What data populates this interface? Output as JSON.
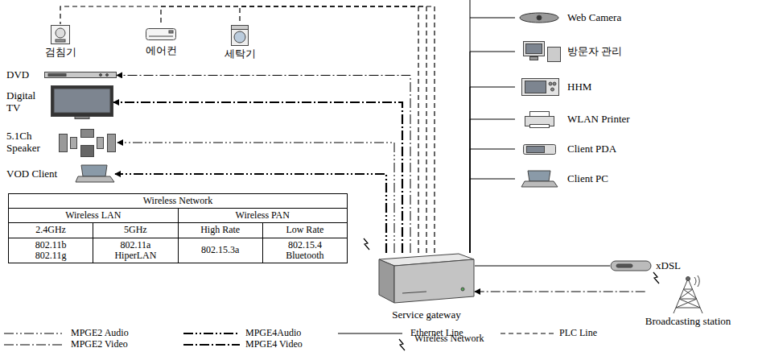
{
  "diagram": {
    "nodes": [
      {
        "text": [
          "검침기"
        ]
      },
      {
        "text": [
          "에어컨"
        ]
      },
      {
        "text": [
          "세탁기"
        ]
      },
      {
        "text": [
          "DVD"
        ]
      },
      {
        "text": [
          "Digital TV"
        ]
      },
      {
        "text": [
          "5.1Ch Speaker"
        ]
      },
      {
        "text": [
          "VOD Client"
        ]
      },
      {
        "text": [
          "Web Camera"
        ]
      },
      {
        "text": [
          "방문자 관리"
        ]
      },
      {
        "text": [
          "HHM"
        ]
      },
      {
        "text": [
          "WLAN Printer"
        ]
      },
      {
        "text": [
          "Client PDA"
        ]
      },
      {
        "text": [
          "Client PC"
        ]
      },
      {
        "text": [
          "Service gateway"
        ]
      },
      {
        "text": [
          "xDSL"
        ]
      },
      {
        "text": [
          "Broadcasting station"
        ]
      }
    ],
    "edges": [
      {
        "from": 13,
        "to": 0,
        "arrow": "none"
      },
      {
        "from": 13,
        "to": 1,
        "arrow": "none"
      },
      {
        "from": 13,
        "to": 2,
        "arrow": "none"
      },
      {
        "from": 13,
        "to": 3,
        "arrow": "to"
      },
      {
        "from": 13,
        "to": 4,
        "arrow": "to"
      },
      {
        "from": 13,
        "to": 5,
        "arrow": "to"
      },
      {
        "from": 13,
        "to": 6,
        "arrow": "to"
      },
      {
        "from": 13,
        "to": 7,
        "arrow": "none"
      },
      {
        "from": 13,
        "to": 8,
        "arrow": "none"
      },
      {
        "from": 13,
        "to": 9,
        "arrow": "none"
      },
      {
        "from": 13,
        "to": 10,
        "arrow": "none"
      },
      {
        "from": 13,
        "to": 11,
        "arrow": "none"
      },
      {
        "from": 13,
        "to": 12,
        "arrow": "none"
      },
      {
        "from": 13,
        "to": 14,
        "arrow": "none"
      },
      {
        "from": 15,
        "to": 13,
        "arrow": "to"
      }
    ],
    "labels": [
      "Wireless Network",
      "Wireless LAN",
      "Wireless PAN",
      "2.4GHz",
      "5GHz",
      "High Rate",
      "Low Rate",
      "802.11b 802.11g",
      "802.11a HiperLAN",
      "802.15.3a",
      "802.15.4 Bluetooth"
    ],
    "legend": [
      {
        "text": "MPGE2 Audio"
      },
      {
        "text": "MPGE4Audio"
      },
      {
        "text": "Ethernet Line"
      },
      {
        "text": "PLC Line"
      },
      {
        "text": "MPGE2 Video"
      },
      {
        "text": "MPGE4 Video"
      },
      {
        "text": "Wireless Network"
      }
    ]
  }
}
